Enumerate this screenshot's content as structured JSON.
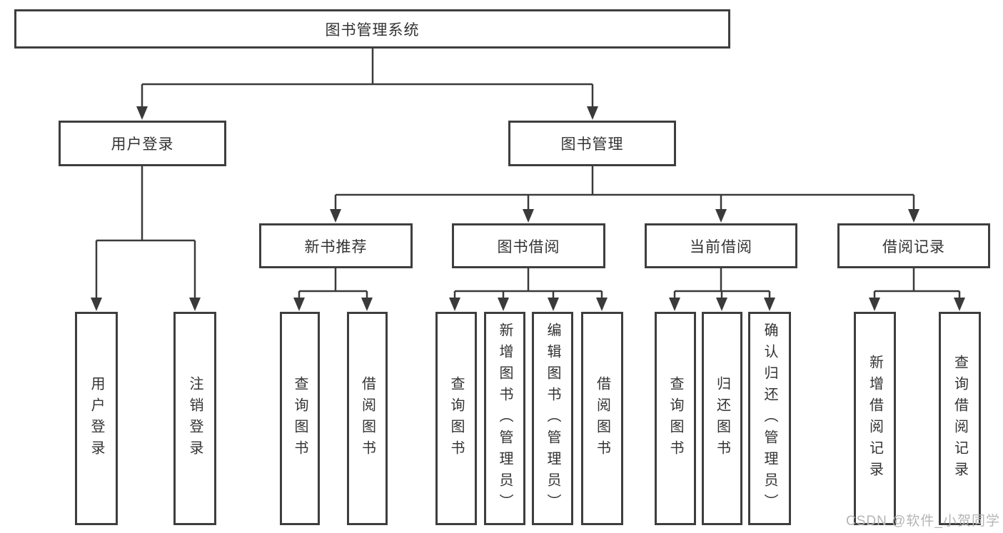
{
  "tree": {
    "root": {
      "label": "图书管理系统",
      "children": [
        {
          "label": "用户登录",
          "children": [
            {
              "label": "用户登录"
            },
            {
              "label": "注销登录"
            }
          ]
        },
        {
          "label": "图书管理",
          "children": [
            {
              "label": "新书推荐",
              "children": [
                {
                  "label": "查询图书"
                },
                {
                  "label": "借阅图书"
                }
              ]
            },
            {
              "label": "图书借阅",
              "children": [
                {
                  "label": "查询图书"
                },
                {
                  "label": "新增图书（管理员）"
                },
                {
                  "label": "编辑图书（管理员）"
                },
                {
                  "label": "借阅图书"
                }
              ]
            },
            {
              "label": "当前借阅",
              "children": [
                {
                  "label": "查询图书"
                },
                {
                  "label": "归还图书"
                },
                {
                  "label": "确认归还（管理员）"
                }
              ]
            },
            {
              "label": "借阅记录",
              "children": [
                {
                  "label": "新增借阅记录"
                },
                {
                  "label": "查询借阅记录"
                }
              ]
            }
          ]
        }
      ]
    }
  },
  "watermark": "CSDN @软件_小贺同学",
  "colors": {
    "box_border": "#3e3e3e",
    "connector_line": "#3a3a3a",
    "text": "#333333",
    "watermark": "#b5b5b5",
    "background": "#ffffff"
  }
}
